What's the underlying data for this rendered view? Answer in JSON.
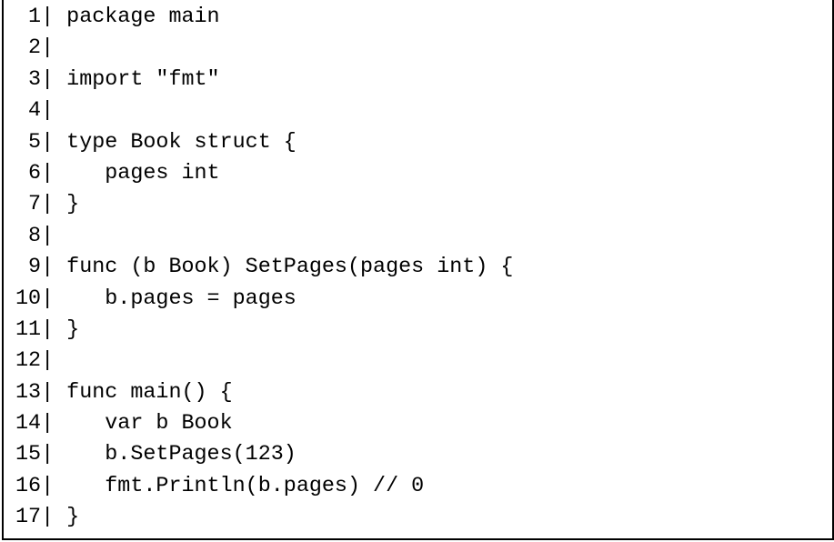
{
  "code": {
    "lines": [
      {
        "number": " 1",
        "separator": "| ",
        "text": "package main"
      },
      {
        "number": " 2",
        "separator": "| ",
        "text": ""
      },
      {
        "number": " 3",
        "separator": "| ",
        "text": "import \"fmt\""
      },
      {
        "number": " 4",
        "separator": "| ",
        "text": ""
      },
      {
        "number": " 5",
        "separator": "| ",
        "text": "type Book struct {"
      },
      {
        "number": " 6",
        "separator": "| ",
        "text": "   pages int"
      },
      {
        "number": " 7",
        "separator": "| ",
        "text": "}"
      },
      {
        "number": " 8",
        "separator": "| ",
        "text": ""
      },
      {
        "number": " 9",
        "separator": "| ",
        "text": "func (b Book) SetPages(pages int) {"
      },
      {
        "number": "10",
        "separator": "| ",
        "text": "   b.pages = pages"
      },
      {
        "number": "11",
        "separator": "| ",
        "text": "}"
      },
      {
        "number": "12",
        "separator": "| ",
        "text": ""
      },
      {
        "number": "13",
        "separator": "| ",
        "text": "func main() {"
      },
      {
        "number": "14",
        "separator": "| ",
        "text": "   var b Book"
      },
      {
        "number": "15",
        "separator": "| ",
        "text": "   b.SetPages(123)"
      },
      {
        "number": "16",
        "separator": "| ",
        "text": "   fmt.Println(b.pages) // 0"
      },
      {
        "number": "17",
        "separator": "| ",
        "text": "}"
      }
    ]
  }
}
